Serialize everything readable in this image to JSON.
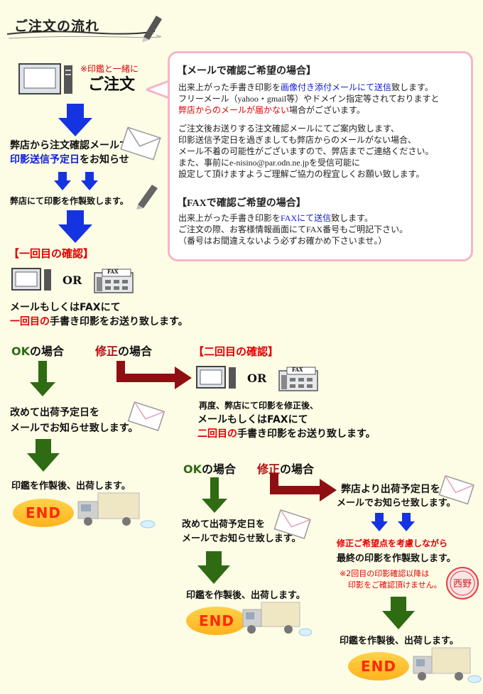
{
  "title": "ご注文の流れ",
  "intro": {
    "note": "※印鑑と一緒に",
    "order": "ご注文"
  },
  "step_confirm_mail": {
    "line1": "弊店から注文確認メールで",
    "line2_highlight": "印影送信予定日",
    "line2_rest": "をお知らせ"
  },
  "step_create": "弊店にて印影を作製致します。",
  "info": {
    "mail_heading": "【メールで確認ご希望の場合】",
    "mail_p1_a": "出来上がった手書き印影を",
    "mail_p1_hl": "画像付き添付メールにて送信",
    "mail_p1_b": "致します。",
    "mail_p2": "フリーメール（yahoo・gmail等）やドメイン指定等されておりますと",
    "mail_p3_hl": "弊店からのメールが届かない",
    "mail_p3_b": "場合がございます。",
    "mail_p4": "ご注文後お送りする注文確認メールにてご案内致します、",
    "mail_p5": "印影送信予定日を過ぎましても弊店からのメールがない場合、",
    "mail_p6": "メール不着の可能性がございますので、弊店までご連絡ください。",
    "mail_p7": "また、事前にe-nisino@par.odn.ne.jpを受信可能に",
    "mail_p8": "設定して頂けますようご理解ご協力の程宜しくお願い致します。",
    "fax_heading": "【FAXで確認ご希望の場合】",
    "fax_p1_a": "出来上がった手書き印影を",
    "fax_p1_hl": "FAXにて送信",
    "fax_p1_b": "致します。",
    "fax_p2": "ご注文の際、お客様情報画面にてFAX番号もご明記下さい。",
    "fax_p3": "（番号はお間違えないよう必ずお確かめ下さいませ。）"
  },
  "first": {
    "heading": "【一回目の確認】",
    "or": "OR",
    "fax_label": "FAX",
    "line1": "メールもしくはFAXにて",
    "line2_hl": "一回目の",
    "line2_rest": "手書き印影をお送り致します。",
    "ok_hl": "OK",
    "ok_rest": "の場合",
    "fix_hl": "修正",
    "fix_rest": "の場合"
  },
  "first_ok": {
    "line1": "改めて出荷予定日を",
    "line2": "メールでお知らせ致します。",
    "ship": "印鑑を作製後、出荷します。",
    "end": "END"
  },
  "second": {
    "heading": "【二回目の確認】",
    "or": "OR",
    "fax_label": "FAX",
    "line0": "再度、弊店にて印影を修正後、",
    "line1": "メールもしくはFAXにて",
    "line2_hl": "二回目の",
    "line2_rest": "手書き印影をお送り致します。",
    "ok_hl": "OK",
    "ok_rest": "の場合",
    "fix_hl": "修正",
    "fix_rest": "の場合"
  },
  "second_ok": {
    "line1": "改めて出荷予定日を",
    "line2": "メールでお知らせ致します。",
    "ship": "印鑑を作製後、出荷します。",
    "end": "END"
  },
  "second_fix": {
    "line1": "弊店より出荷予定日を",
    "line2": "メールでお知らせ致します。",
    "red_line": "修正ご希望点を考慮しながら",
    "line3": "最終の印影を作製致します。",
    "note1": "※2回目の印影確認以降は",
    "note2": "印影をご確認頂けません。",
    "seal_text": "西野",
    "ship": "印鑑を作製後、出荷します。",
    "end": "END"
  },
  "colors": {
    "blue_arrow": "#1533e0",
    "green_arrow": "#2e6b12",
    "red_arrow": "#8e0f12",
    "info_border": "#f6b6c6",
    "end_text": "#ff2a00"
  }
}
